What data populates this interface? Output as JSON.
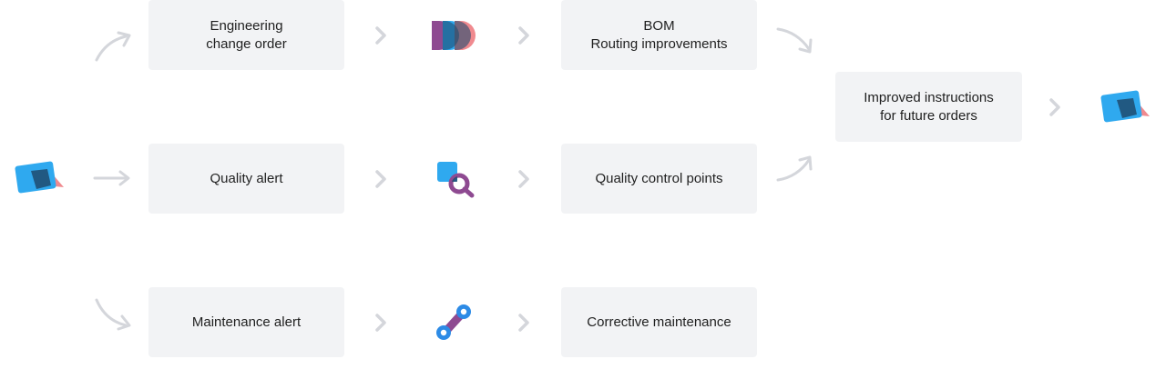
{
  "flow": {
    "rows": [
      {
        "label": "Engineering\nchange order",
        "icon": "document-stack-icon",
        "result": "BOM\nRouting improvements"
      },
      {
        "label": "Quality alert",
        "icon": "quality-search-icon",
        "result": "Quality control points"
      },
      {
        "label": "Maintenance alert",
        "icon": "maintenance-link-icon",
        "result": "Corrective maintenance"
      }
    ],
    "final": {
      "label": "Improved instructions\nfor future orders"
    }
  },
  "colors": {
    "box_bg": "#f2f3f5",
    "arrow": "#d4d6db",
    "odoo_blue": "#2fa9ef",
    "odoo_dark": "#1f4b6e",
    "odoo_pink": "#f08a8f",
    "purple": "#8e4a91",
    "blue": "#2d8be6"
  }
}
